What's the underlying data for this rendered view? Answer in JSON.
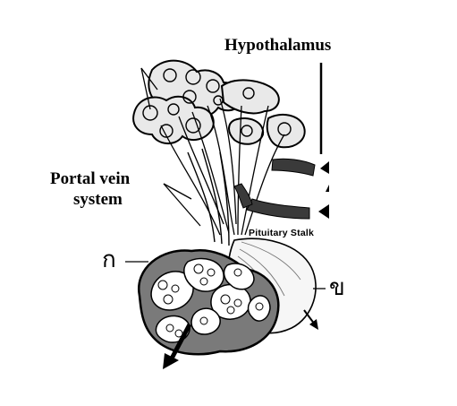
{
  "labels": {
    "hypothalamus": "Hypothalamus",
    "portal_vein_line1": "Portal vein",
    "portal_vein_line2": "system",
    "pituitary_stalk": "Pituitary Stalk",
    "anterior_marker": "ก",
    "posterior_marker": "ข"
  },
  "colors": {
    "ink": "#000000",
    "background": "#ffffff",
    "vessel_shade": "#3a3a3a",
    "tissue_gray": "#9a9a9a"
  }
}
